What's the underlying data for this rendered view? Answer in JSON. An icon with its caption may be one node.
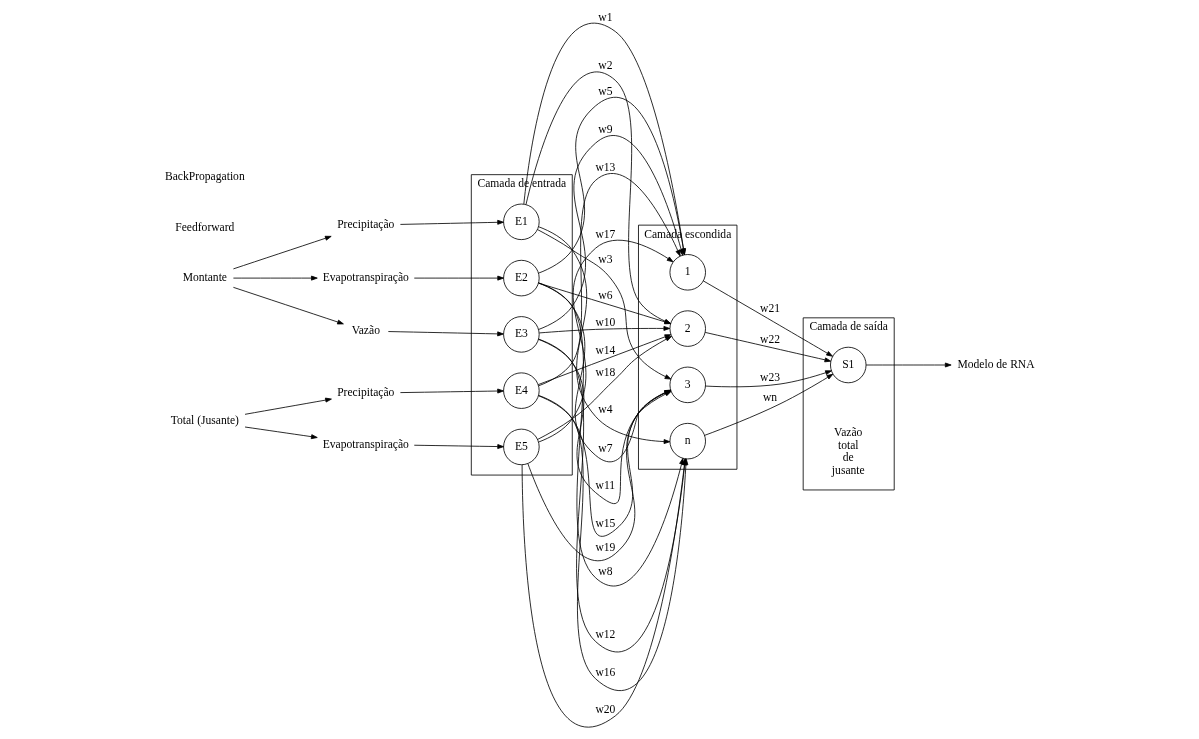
{
  "diagram": {
    "nodes": [
      {
        "text": [
          "Montante"
        ]
      },
      {
        "text": [
          "Precipitação"
        ]
      },
      {
        "text": [
          "Evapotranspiração"
        ]
      },
      {
        "text": [
          "Vazão"
        ]
      },
      {
        "text": [
          "Total (Jusante)"
        ]
      },
      {
        "text": [
          "Precipitação"
        ]
      },
      {
        "text": [
          "Evapotranspiração"
        ]
      },
      {
        "text": [
          "Camada de entrada"
        ]
      },
      {
        "text": [
          "E1"
        ],
        "in": 7
      },
      {
        "text": [
          "E2"
        ],
        "in": 7
      },
      {
        "text": [
          "E3"
        ],
        "in": 7
      },
      {
        "text": [
          "E4"
        ],
        "in": 7
      },
      {
        "text": [
          "E5"
        ],
        "in": 7
      },
      {
        "text": [
          "Camada escondida"
        ]
      },
      {
        "text": [
          "1"
        ],
        "in": 13
      },
      {
        "text": [
          "2"
        ],
        "in": 13
      },
      {
        "text": [
          "3"
        ],
        "in": 13
      },
      {
        "text": [
          "n"
        ],
        "in": 13
      },
      {
        "text": [
          "Camada de saída"
        ]
      },
      {
        "text": [
          "S1"
        ],
        "in": 18,
        "beside": [
          "Vazão total de jusante"
        ]
      },
      {
        "text": [
          "Modelo de RNA"
        ]
      }
    ],
    "edges": [
      {
        "from": 0,
        "to": 1,
        "arrow": "to"
      },
      {
        "from": 0,
        "to": 2,
        "arrow": "to"
      },
      {
        "from": 0,
        "to": 3,
        "arrow": "to"
      },
      {
        "from": 4,
        "to": 5,
        "arrow": "to"
      },
      {
        "from": 4,
        "to": 6,
        "arrow": "to"
      },
      {
        "from": 1,
        "to": 8,
        "arrow": "to"
      },
      {
        "from": 2,
        "to": 9,
        "arrow": "to"
      },
      {
        "from": 3,
        "to": 10,
        "arrow": "to"
      },
      {
        "from": 5,
        "to": 11,
        "arrow": "to"
      },
      {
        "from": 6,
        "to": 12,
        "arrow": "to"
      },
      {
        "from": 8,
        "to": 14,
        "arrow": "to",
        "label": "w1"
      },
      {
        "from": 8,
        "to": 15,
        "arrow": "to",
        "label": "w2"
      },
      {
        "from": 8,
        "to": 16,
        "arrow": "to",
        "label": "w3"
      },
      {
        "from": 8,
        "to": 17,
        "arrow": "to",
        "label": "w4"
      },
      {
        "from": 9,
        "to": 14,
        "arrow": "to",
        "label": "w5"
      },
      {
        "from": 9,
        "to": 15,
        "arrow": "to",
        "label": "w6"
      },
      {
        "from": 9,
        "to": 16,
        "arrow": "to",
        "label": "w7"
      },
      {
        "from": 9,
        "to": 17,
        "arrow": "to",
        "label": "w8"
      },
      {
        "from": 10,
        "to": 14,
        "arrow": "to",
        "label": "w9"
      },
      {
        "from": 10,
        "to": 15,
        "arrow": "to",
        "label": "w10"
      },
      {
        "from": 10,
        "to": 16,
        "arrow": "to",
        "label": "w11"
      },
      {
        "from": 10,
        "to": 17,
        "arrow": "to",
        "label": "w12"
      },
      {
        "from": 11,
        "to": 14,
        "arrow": "to",
        "label": "w13"
      },
      {
        "from": 11,
        "to": 15,
        "arrow": "to",
        "label": "w14"
      },
      {
        "from": 11,
        "to": 16,
        "arrow": "to",
        "label": "w15"
      },
      {
        "from": 11,
        "to": 17,
        "arrow": "to",
        "label": "w16"
      },
      {
        "from": 12,
        "to": 14,
        "arrow": "to",
        "label": "w17"
      },
      {
        "from": 12,
        "to": 15,
        "arrow": "to",
        "label": "w18"
      },
      {
        "from": 12,
        "to": 16,
        "arrow": "to",
        "label": "w19"
      },
      {
        "from": 12,
        "to": 17,
        "arrow": "to",
        "label": "w20"
      },
      {
        "from": 14,
        "to": 19,
        "arrow": "to",
        "label": "w21"
      },
      {
        "from": 15,
        "to": 19,
        "arrow": "to",
        "label": "w22"
      },
      {
        "from": 16,
        "to": 19,
        "arrow": "to",
        "label": "w23"
      },
      {
        "from": 17,
        "to": 19,
        "arrow": "to",
        "label": "wn"
      },
      {
        "from": 19,
        "to": 20,
        "arrow": "to"
      }
    ],
    "labels": [
      "Feedforward",
      "BackPropagation"
    ]
  }
}
